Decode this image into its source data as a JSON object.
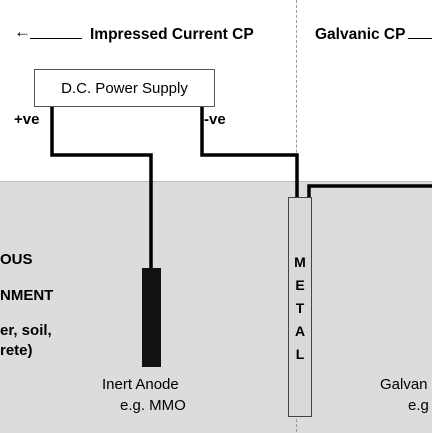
{
  "header": {
    "arrow": "←",
    "impressed": "Impressed Current CP",
    "galvanic": "Galvanic CP"
  },
  "power_supply": {
    "label": "D.C. Power Supply",
    "positive": "+ve",
    "negative": "-ve"
  },
  "environment": {
    "line1": "OUS",
    "line2": "NMENT",
    "line3": "er, soil,",
    "line4": "rete)"
  },
  "anode": {
    "name": "Inert Anode",
    "example": "e.g. MMO"
  },
  "metal": {
    "letters": [
      "M",
      "E",
      "T",
      "A",
      "L"
    ]
  },
  "galvanic_anode": {
    "name": "Galvan",
    "example": "e.g"
  }
}
